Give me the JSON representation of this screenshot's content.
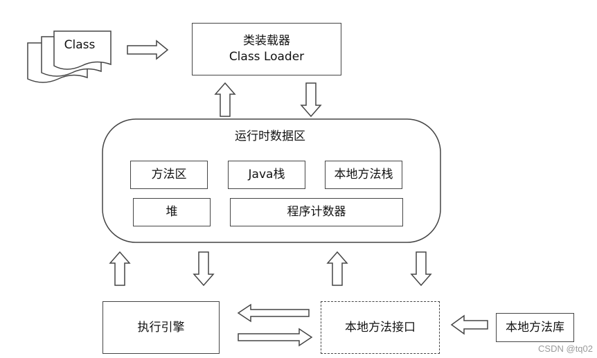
{
  "class_files_label": "Class",
  "class_loader": {
    "title": "类装载器",
    "subtitle": "Class Loader"
  },
  "runtime_area": {
    "title": "运行时数据区",
    "cells": {
      "method_area": "方法区",
      "java_stack": "Java栈",
      "native_method_stack": "本地方法栈",
      "heap": "堆",
      "pc_register": "程序计数器"
    }
  },
  "execution_engine": "执行引擎",
  "native_interface": "本地方法接口",
  "native_library": "本地方法库",
  "watermark": "CSDN @tq02"
}
